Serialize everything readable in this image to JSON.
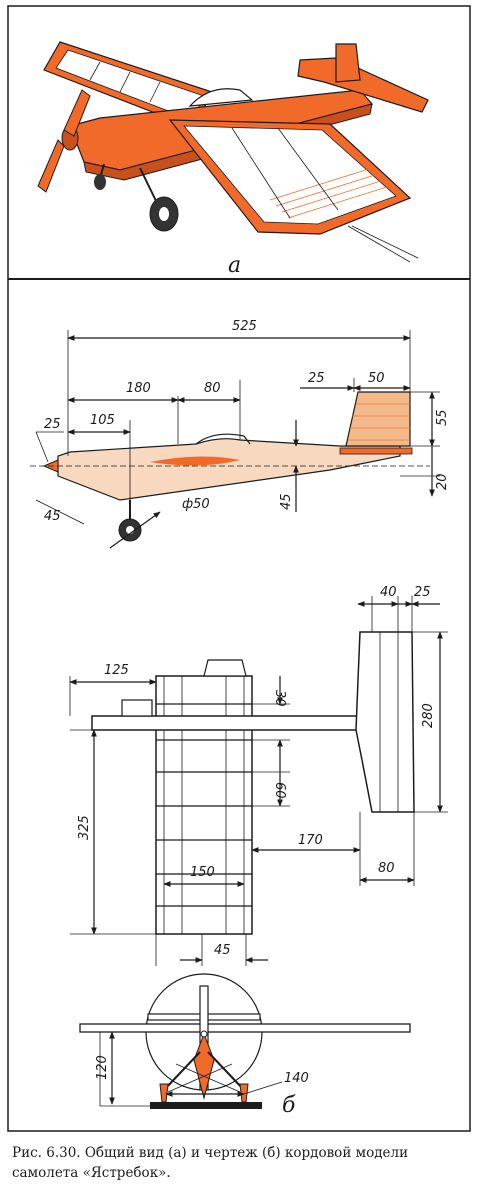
{
  "panel_a": {
    "label": "а"
  },
  "side_view": {
    "dims": [
      "525",
      "180",
      "80",
      "25",
      "50",
      "25",
      "105",
      "55",
      "20",
      "45",
      "45",
      "ф50"
    ]
  },
  "top_view": {
    "dims": [
      "40",
      "25",
      "125",
      "30",
      "280",
      "60",
      "325",
      "170",
      "150",
      "80",
      "45"
    ]
  },
  "front_view": {
    "dims": [
      "120",
      "140"
    ],
    "label": "б"
  },
  "caption": "Рис. 6.30. Общий вид (а) и чертеж (б) кордовой модели самолета «Ястребок».",
  "colors": {
    "orange": "#f26a2a",
    "wood": "#f3b98a",
    "ink": "#1c1c1c"
  }
}
